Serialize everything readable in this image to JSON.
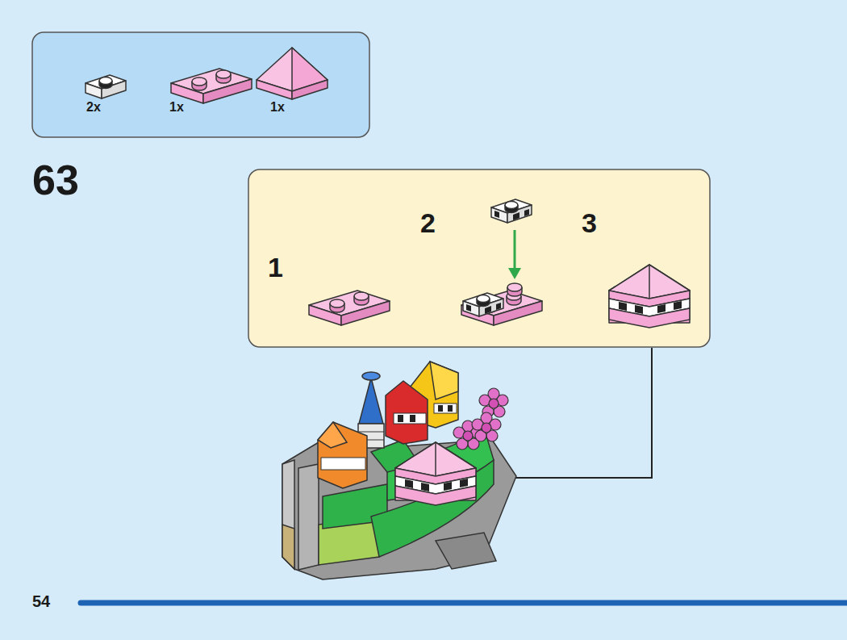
{
  "diagram": {
    "nodes": [
      {
        "text": [
          "2x",
          "1x",
          "1x"
        ]
      },
      {
        "text": [
          "1",
          "2",
          "3"
        ]
      }
    ],
    "labels": [
      "63",
      "54"
    ]
  }
}
